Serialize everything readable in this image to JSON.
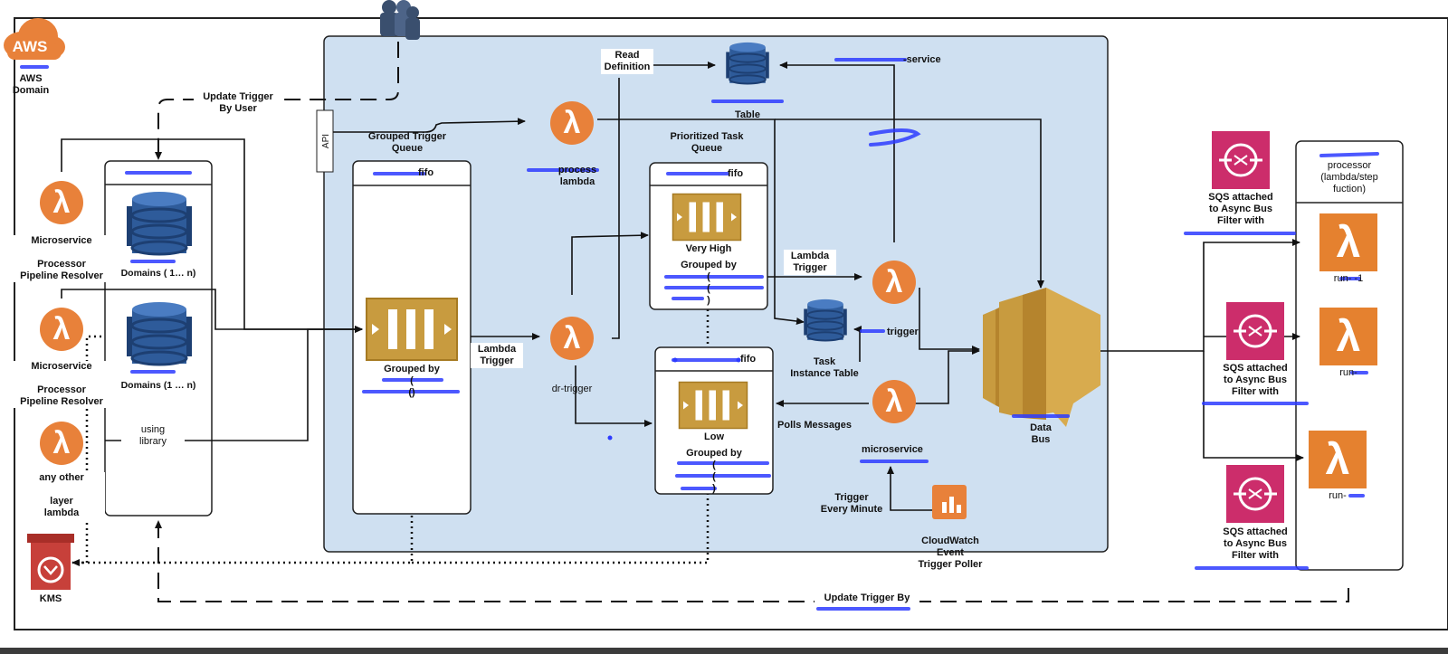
{
  "aws_logo": {
    "text": "AWS",
    "caption": "AWS Domain"
  },
  "update_trigger_user": "Update Trigger\nBy User",
  "update_trigger_by": "Update Trigger By",
  "api_label": "API",
  "grouped_trigger_queue": "Grouped Trigger\nQueue",
  "read_definition": "Read\nDefinition",
  "task_definition_table": "Table",
  "service_label": "-service",
  "prioritized_task_queue": "Prioritized Task\nQueue",
  "business_process_lambda": "process\nlambda",
  "lambda_trigger_1": "Lambda\nTrigger",
  "lambda_trigger_2": "Lambda\nTrigger",
  "dr_trigger": "dr-trigger",
  "task_instance_table": "Task\nInstance Table",
  "task_trigger": "trigger",
  "polls_messages": "Polls Messages",
  "microservice_processor": "microservice",
  "trigger_every_minute": "Trigger\nEvery Minute",
  "cloudwatch": "CloudWatch\nEvent\nTrigger Poller",
  "data_bus": "Data\nBus",
  "kms": "KMS",
  "domains_box": {
    "db1_caption": "Domains ( 1… n)",
    "db2_caption": "Domains (1 … n)",
    "using_library": "using\nlibrary"
  },
  "left_lambdas": [
    {
      "caption": "Microservice\n\nProcessor\nPipeline Resolver"
    },
    {
      "caption": "Microservice\n\nProcessor\nPipeline Resolver"
    },
    {
      "caption": "any other\n\nlayer\nlambda"
    }
  ],
  "queues": {
    "trigger_fifo": {
      "title": "fifo",
      "grouped": "Grouped by\n(\n()"
    },
    "very_high": {
      "title": "fifo",
      "level": "Very High",
      "grouped": "Grouped by\n(\n(\n)"
    },
    "low": {
      "title": "fifo",
      "level": "Low",
      "grouped": "Grouped by\n(\n(\n)"
    }
  },
  "sqs": [
    {
      "caption": "SQS attached\nto Async Bus\nFilter with"
    },
    {
      "caption": "SQS attached\nto Async Bus\nFilter with"
    },
    {
      "caption": "SQS attached\nto Async Bus\nFilter with"
    }
  ],
  "processor_box": {
    "title": "processor\n(lambda/step\nfuction)"
  },
  "run_lambdas": [
    {
      "caption": "run-  -1"
    },
    {
      "caption": "run-"
    },
    {
      "caption": "run-"
    }
  ],
  "colors": {
    "lambda": "#e8813a",
    "sqs_gold": "#c89b3f",
    "dynamodb": "#2e5b9a",
    "vpc_bg": "#cfe0f1",
    "sqs_pink": "#cc2d6b",
    "kms_red": "#c7403a",
    "scribble": "#2d3bff"
  }
}
